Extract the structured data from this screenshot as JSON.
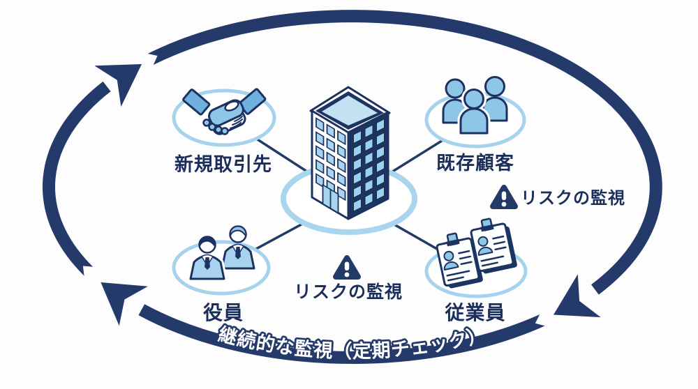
{
  "diagram": {
    "center": {
      "icon": "office-building-icon"
    },
    "nodes": [
      {
        "id": "new-business-partners",
        "label": "新規取引先",
        "icon": "handshake-icon"
      },
      {
        "id": "existing-customers",
        "label": "既存顧客",
        "icon": "people-group-icon"
      },
      {
        "id": "executives",
        "label": "役員",
        "icon": "businessmen-icon"
      },
      {
        "id": "employees",
        "label": "従業員",
        "icon": "id-badges-icon"
      }
    ],
    "risk_monitoring": [
      {
        "label": "リスクの監視",
        "icon": "warning-triangle-icon"
      },
      {
        "label": "リスクの監視",
        "icon": "warning-triangle-icon"
      }
    ],
    "cycle": {
      "label": "継続的な監視（定期チェック）"
    },
    "colors": {
      "band_navy": "#243a6b",
      "dark_navy": "#1d3461",
      "text_navy": "#1b2e5b",
      "icon_blue": "#8ec6e8",
      "pale_blue_ring": "#a5d2ec",
      "window_blue": "#a7d4ee",
      "white": "#ffffff"
    }
  }
}
